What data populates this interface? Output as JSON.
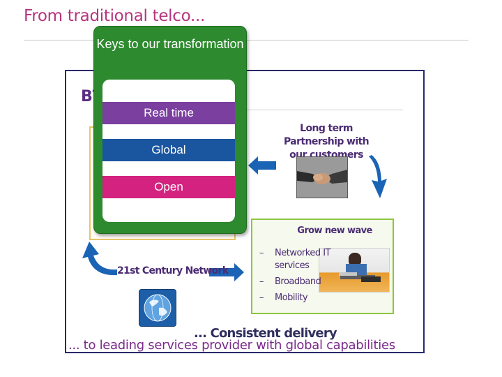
{
  "slide": {
    "title": "From traditional telco...",
    "footer": "... to leading services provider with global capabilities"
  },
  "diagram": {
    "brand_mark": "BT",
    "partnership_label": "Long term Partnership with our customers",
    "grow_new_wave": {
      "title": "Grow new wave",
      "items": [
        "Networked IT services",
        "Broadband",
        "Mobility"
      ]
    },
    "network_label": "21st Century Network",
    "delivery_label": "... Consistent delivery"
  },
  "keys_panel": {
    "heading": "Keys to our transformation",
    "items": [
      {
        "label": "Real time",
        "color": "#7b3fa0"
      },
      {
        "label": "Global",
        "color": "#1a55a0"
      },
      {
        "label": "Open",
        "color": "#d3227f"
      }
    ]
  },
  "colors": {
    "title": "#b5357e",
    "panel_green": "#2d8a2e",
    "arrow_blue": "#1b63b5",
    "text_purple": "#4b2c73"
  },
  "icons": {
    "handshake": "handshake-photo",
    "laptop_user": "laptop-user-photo",
    "globe": "globe-icon"
  }
}
